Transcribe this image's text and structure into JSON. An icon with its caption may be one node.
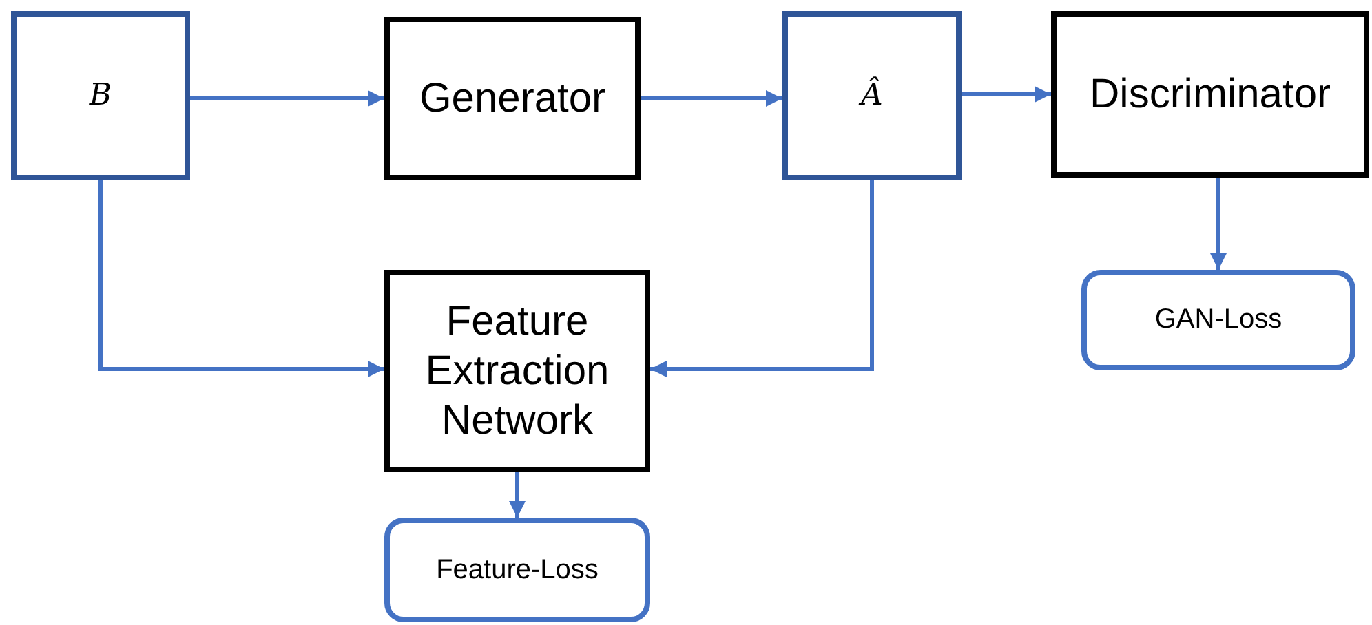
{
  "diagram": {
    "nodes": [
      {
        "text": [
          "B"
        ]
      },
      {
        "text": [
          "Generator"
        ]
      },
      {
        "text": [
          "Â"
        ]
      },
      {
        "text": [
          "Discriminator"
        ]
      },
      {
        "text": [
          "Feature Extraction Network"
        ]
      },
      {
        "text": [
          "Feature-Loss"
        ]
      },
      {
        "text": [
          "GAN-Loss"
        ]
      }
    ],
    "edges": [
      {
        "from": 0,
        "to": 1,
        "arrow": "to"
      },
      {
        "from": 1,
        "to": 2,
        "arrow": "to"
      },
      {
        "from": 2,
        "to": 3,
        "arrow": "to"
      },
      {
        "from": 0,
        "to": 4,
        "arrow": "to"
      },
      {
        "from": 2,
        "to": 4,
        "arrow": "to"
      },
      {
        "from": 4,
        "to": 5,
        "arrow": "to"
      },
      {
        "from": 3,
        "to": 6,
        "arrow": "to"
      }
    ]
  }
}
